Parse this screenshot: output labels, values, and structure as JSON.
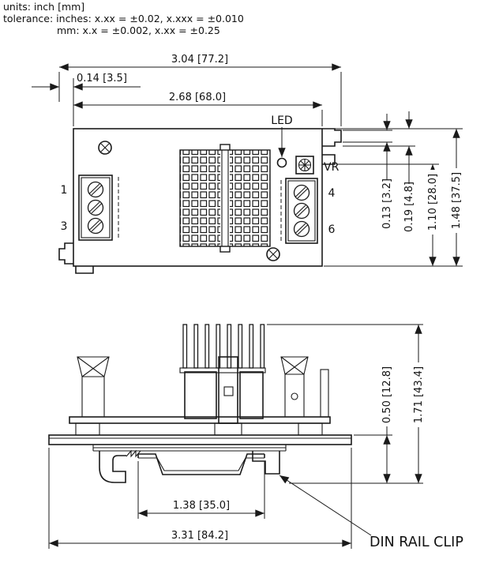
{
  "colors": {
    "line": "#1a1a1a",
    "background": "#ffffff"
  },
  "notes": {
    "units": "units: inch [mm]",
    "tolerance_inches": "tolerance: inches: x.xx = ±0.02, x.xxx = ±0.010",
    "tolerance_mm": "mm: x.x = ±0.002, x.xx = ±0.25"
  },
  "top_view": {
    "dim_total_width": "3.04 [77.2]",
    "dim_tab_offset": "0.14 [3.5]",
    "dim_body_width": "2.68 [68.0]",
    "dim_clip_tip": "0.13 [3.2]",
    "dim_clip_depth": "0.19 [4.8]",
    "dim_lower_height": "1.10 [28.0]",
    "dim_body_height": "1.48 [37.5]",
    "label_led": "LED",
    "label_vr": "VR",
    "pin_1": "1",
    "pin_3": "3",
    "pin_4": "4",
    "pin_6": "6"
  },
  "side_view": {
    "dim_clip_height": "0.50 [12.8]",
    "dim_total_height": "1.71 [43.4]",
    "dim_rail_width": "1.38 [35.0]",
    "dim_total_width": "3.31 [84.2]",
    "label_din_rail_clip": "DIN RAIL CLIP"
  }
}
